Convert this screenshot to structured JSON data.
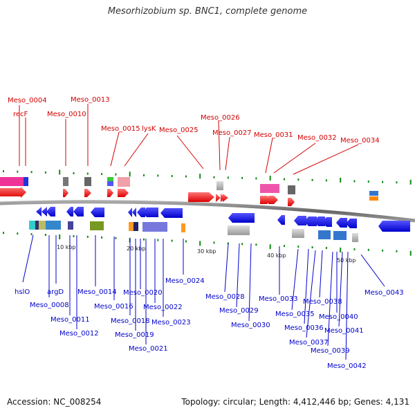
{
  "title": "Mesorhizobium sp. BNC1, complete genome",
  "accession_label": "Accession: NC_008254",
  "summary": "Topology: circular; Length: 4,412,446 bp; Genes: 4,131",
  "scale_labels": [
    "10 kbp",
    "20 kbp",
    "30 kbp",
    "40 kbp",
    "50 kbp"
  ],
  "colors": {
    "forward": "#ff0000",
    "reverse": "#0000ee",
    "backbone": "#777777",
    "top_label": "#d40000",
    "bottom_label": "#0000cc",
    "tick": "#118811"
  },
  "top_labels": [
    "Meso_0004",
    "recF",
    "Meso_0010",
    "Meso_0013",
    "Meso_0015",
    "lysK",
    "Meso_0025",
    "Meso_0026",
    "Meso_0027",
    "Meso_0031",
    "Meso_0032",
    "Meso_0034"
  ],
  "bottom_labels": [
    "hslO",
    "argD",
    "Meso_0008",
    "Meso_0011",
    "Meso_0012",
    "Meso_0014",
    "Meso_0016",
    "Meso_0018",
    "Meso_0019",
    "Meso_0020",
    "Meso_0021",
    "Meso_0022",
    "Meso_0023",
    "Meso_0024",
    "Meso_0028",
    "Meso_0029",
    "Meso_0030",
    "Meso_0033",
    "Meso_0035",
    "Meso_0036",
    "Meso_0037",
    "Meso_0038",
    "Meso_0039",
    "Meso_0040",
    "Meso_0041",
    "Meso_0042",
    "Meso_0043"
  ]
}
